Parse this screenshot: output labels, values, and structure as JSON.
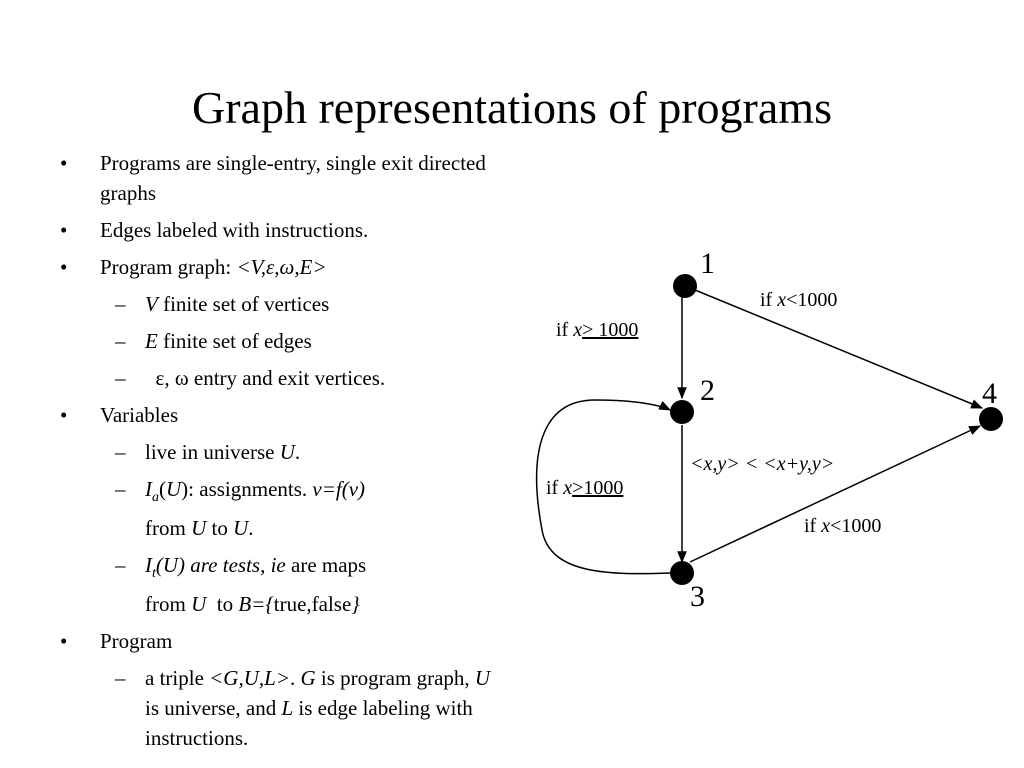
{
  "slide": {
    "title": "Graph representations of programs",
    "bullet_marker": "•",
    "dash_marker": "–",
    "items": [
      {
        "level": 1,
        "parts": [
          {
            "t": "Programs are single-entry, single exit directed graphs"
          }
        ]
      },
      {
        "level": 1,
        "parts": [
          {
            "t": "Edges labeled with instructions."
          }
        ]
      },
      {
        "level": 1,
        "parts": [
          {
            "t": "Program graph: "
          },
          {
            "t": "<V,ε,ω,E>",
            "i": true
          }
        ]
      },
      {
        "level": 2,
        "parts": [
          {
            "t": "V",
            "i": true
          },
          {
            "t": " finite set of vertices"
          }
        ]
      },
      {
        "level": 2,
        "parts": [
          {
            "t": "E",
            "i": true
          },
          {
            "t": " finite set of edges"
          }
        ]
      },
      {
        "level": 2,
        "parts": [
          {
            "t": "  ε, ω entry and exit vertices."
          }
        ]
      },
      {
        "level": 1,
        "parts": [
          {
            "t": "Variables"
          }
        ]
      },
      {
        "level": 2,
        "parts": [
          {
            "t": "live in universe "
          },
          {
            "t": "U",
            "i": true
          },
          {
            "t": "."
          }
        ]
      },
      {
        "level": 2,
        "parts": [
          {
            "t": "I",
            "i": true
          },
          {
            "t": "a",
            "i": true,
            "sub": true
          },
          {
            "t": "("
          },
          {
            "t": "U",
            "i": true
          },
          {
            "t": "): assignments. "
          },
          {
            "t": "v=f(v)",
            "i": true
          },
          {
            "br": true
          },
          {
            "t": "from "
          },
          {
            "t": "U",
            "i": true
          },
          {
            "t": " to "
          },
          {
            "t": "U",
            "i": true
          },
          {
            "t": "."
          }
        ]
      },
      {
        "level": 2,
        "parts": [
          {
            "t": "I",
            "i": true
          },
          {
            "t": "t",
            "i": true,
            "sub": true
          },
          {
            "t": "(U) are tests, ie",
            "i": true
          },
          {
            "t": " are maps"
          },
          {
            "br": true
          },
          {
            "t": "from "
          },
          {
            "t": "U",
            "i": true
          },
          {
            "t": "  to "
          },
          {
            "t": "B={",
            "i": true
          },
          {
            "t": "true,false"
          },
          {
            "t": "}",
            "i": true
          }
        ]
      },
      {
        "level": 1,
        "parts": [
          {
            "t": "Program"
          }
        ]
      },
      {
        "level": 2,
        "parts": [
          {
            "t": "a triple "
          },
          {
            "t": "<G,U,L>",
            "i": true
          },
          {
            "t": ". "
          },
          {
            "t": "G",
            "i": true
          },
          {
            "t": " is program graph, "
          },
          {
            "t": "U",
            "i": true
          },
          {
            "t": "  is universe, and "
          },
          {
            "t": "L",
            "i": true
          },
          {
            "t": " is edge labeling with instructions."
          }
        ]
      }
    ]
  },
  "diagram": {
    "nodes": [
      {
        "id": "1",
        "label": "1"
      },
      {
        "id": "2",
        "label": "2"
      },
      {
        "id": "3",
        "label": "3"
      },
      {
        "id": "4",
        "label": "4"
      }
    ],
    "edges": [
      {
        "from": "1",
        "to": "2",
        "label": [
          {
            "t": "if "
          },
          {
            "t": "x",
            "i": true
          },
          {
            "t": "> 1000",
            "u": true
          }
        ]
      },
      {
        "from": "1",
        "to": "4",
        "label": [
          {
            "t": "if "
          },
          {
            "t": "x",
            "i": true
          },
          {
            "t": "<1000"
          }
        ]
      },
      {
        "from": "2",
        "to": "3",
        "label": [
          {
            "t": "<x,y> < <x+y,y>",
            "i": true
          }
        ]
      },
      {
        "from": "3",
        "to": "2",
        "label": [
          {
            "t": "if "
          },
          {
            "t": "x",
            "i": true
          },
          {
            "t": ">1000",
            "u": true
          }
        ]
      },
      {
        "from": "3",
        "to": "4",
        "label": [
          {
            "t": "if "
          },
          {
            "t": "x",
            "i": true
          },
          {
            "t": "<1000"
          }
        ]
      }
    ]
  }
}
